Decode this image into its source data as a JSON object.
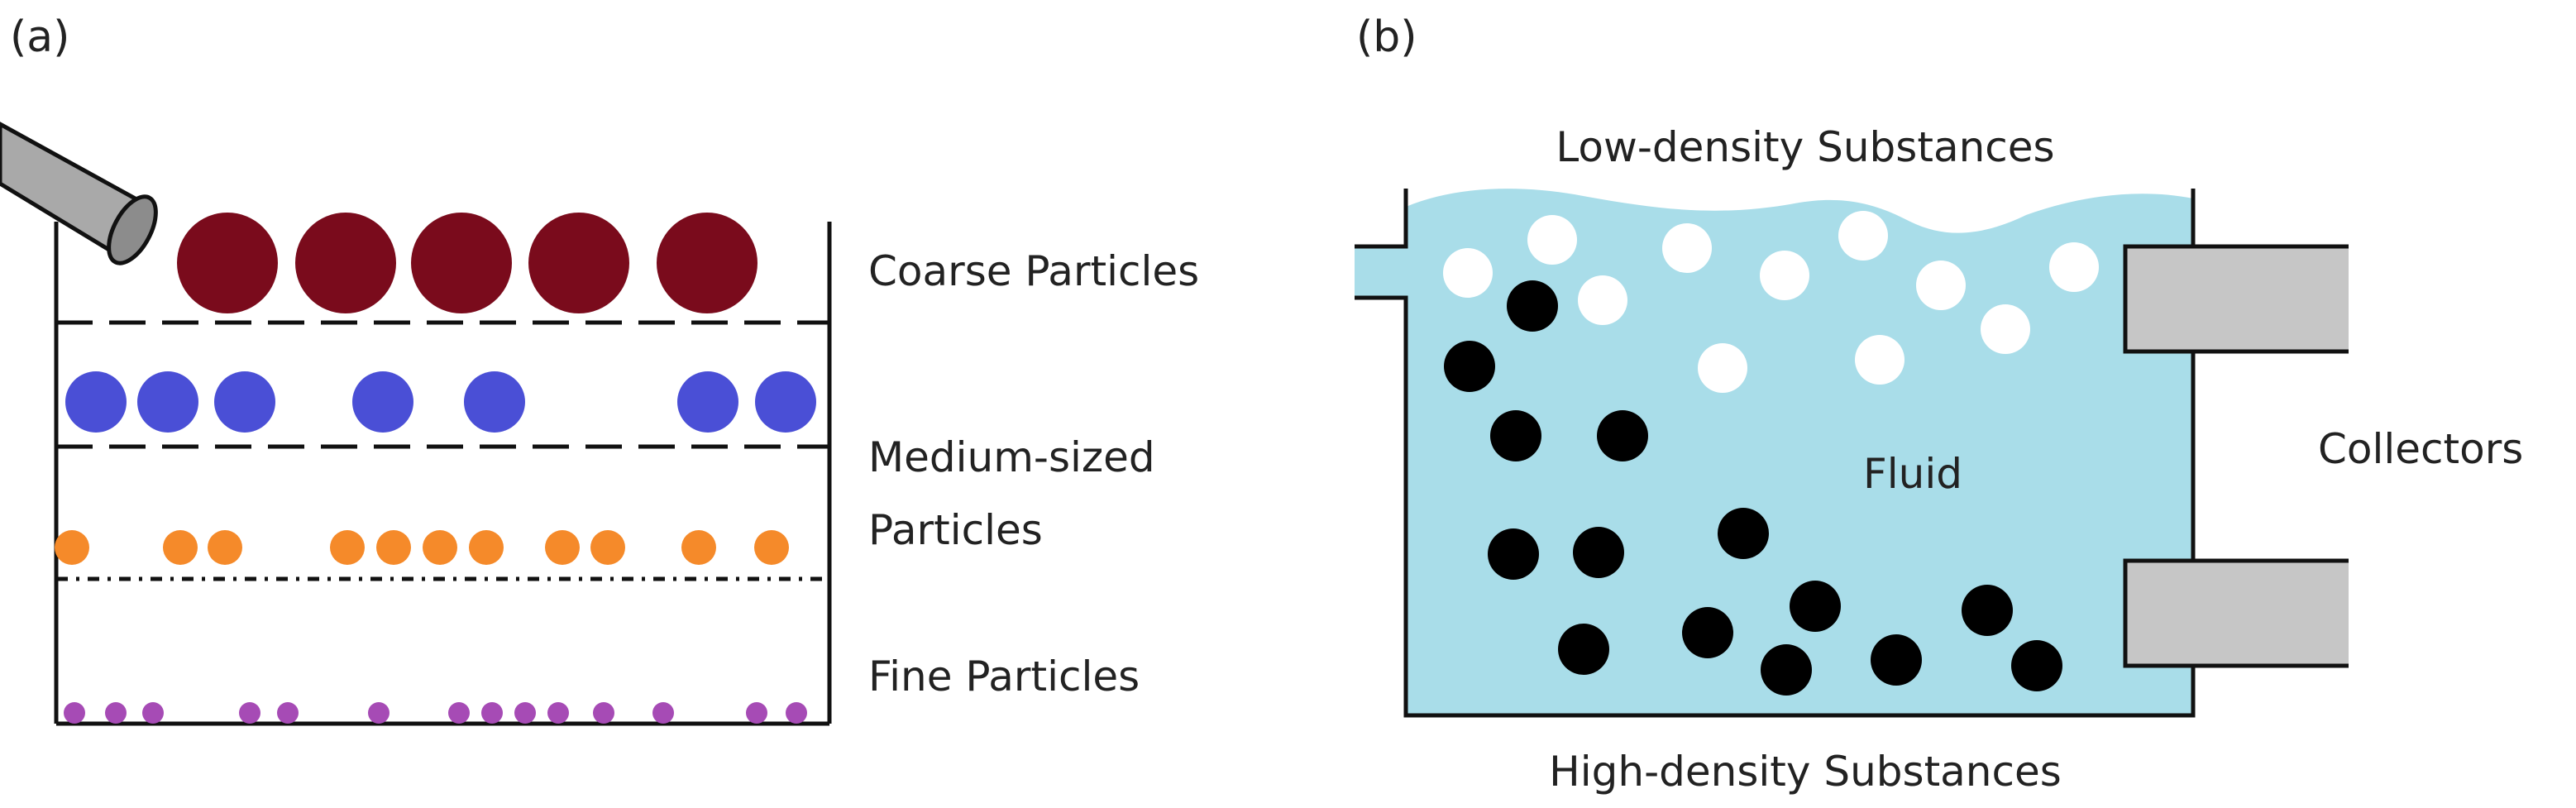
{
  "panel_a": {
    "tag": "(a)",
    "labels": {
      "coarse": "Coarse Particles",
      "medium_line1": "Medium-sized",
      "medium_line2": "Particles",
      "fine": "Fine Particles"
    },
    "colors": {
      "coarse": "#7a0b1c",
      "medium": "#4a4fd6",
      "fine_orange": "#f58a2a",
      "fine_purple": "#a64bb5",
      "pipe": "#a9a9a9"
    }
  },
  "panel_b": {
    "tag": "(b)",
    "labels": {
      "top": "Low-density Substances",
      "fluid": "Fluid",
      "collectors": "Collectors",
      "bottom": "High-density Substances"
    },
    "colors": {
      "fluid": "#a9dde9",
      "low_density": "#ffffff",
      "high_density": "#000000",
      "collector": "#c6c6c6"
    }
  }
}
